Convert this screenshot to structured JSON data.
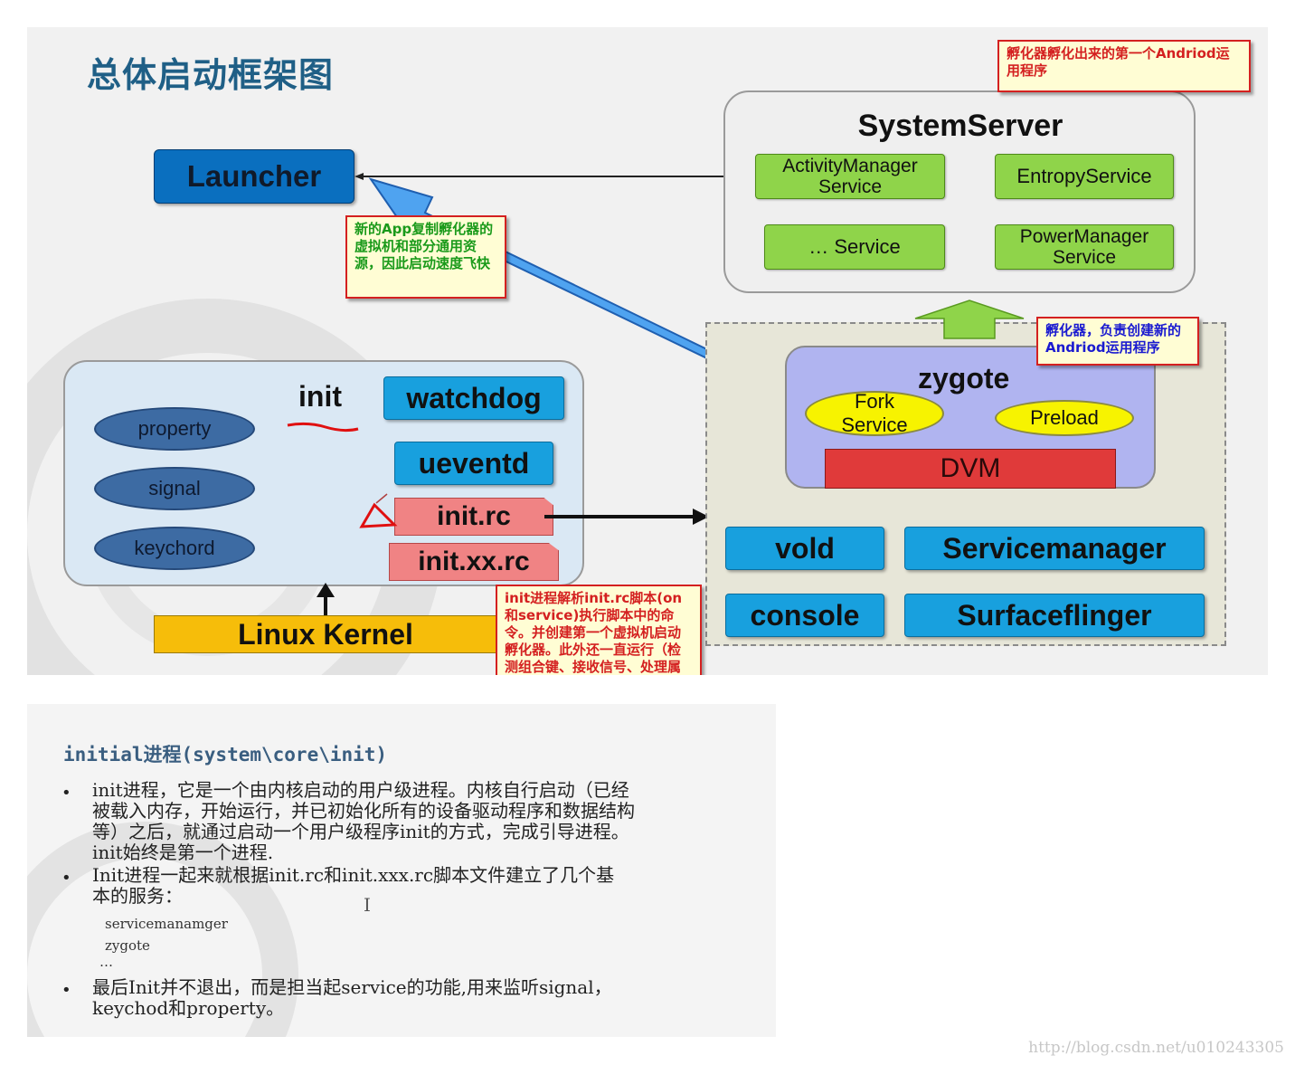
{
  "slide1": {
    "title": "总体启动框架图",
    "launcher": "Launcher",
    "system_server": {
      "title": "SystemServer",
      "services": [
        "ActivityManager\nService",
        "EntropyService",
        "… Service",
        "PowerManager\nService"
      ]
    },
    "init_panel": {
      "init_label": "init",
      "ovals": [
        "property",
        "signal",
        "keychord"
      ],
      "watchdog": "watchdog",
      "ueventd": "ueventd",
      "init_rc": "init.rc",
      "init_xx_rc": "init.xx.rc"
    },
    "kernel": "Linux Kernel",
    "zygote": {
      "title": "zygote",
      "fork_service": "Fork\nService",
      "preload": "Preload",
      "dvm": "DVM"
    },
    "services": [
      "vold",
      "Servicemanager",
      "console",
      "Surfaceflinger"
    ],
    "notes": {
      "top_right": "孵化器孵化出来的第一个Andriod运用程序",
      "copy": "新的App复制孵化器的虚拟机和部分通用资源，因此启动速度飞快",
      "incubator": "孵化器，负责创建新的Andriod运用程序",
      "init_desc": "init进程解析init.rc脚本(on和service)执行脚本中的命令。并创建第一个虚拟机启动孵化器。此外还一直运行（检测组合键、接收信号、处理属性修改请求)"
    },
    "colors": {
      "title": "#1f5f86",
      "launcher": "#0a6fbf",
      "service_blue": "#18a0de",
      "service_green": "#8fd44a",
      "init_rc": "#f08384",
      "kernel": "#f6bd0a",
      "dvm": "#e03a3a",
      "yellow_oval": "#f7f300",
      "zygote": "#b0b4f0",
      "note_border": "#d42020"
    }
  },
  "slide2": {
    "title": "initial进程(system\\core\\init)",
    "bullet_symbol": "•",
    "bullets": [
      [
        "init进程，它是一个由内核启动的用户级进程。内核自行启动（已经",
        "被载入内存，开始运行，并已初始化所有的设备驱动程序和数据结构",
        "等）之后，就通过启动一个用户级程序init的方式，完成引导进程。",
        "init始终是第一个进程."
      ],
      [
        "Init进程一起来就根据init.rc和init.xxx.rc脚本文件建立了几个基",
        "本的服务："
      ],
      [
        "最后Init并不退出，而是担当起service的功能,用来监听signal，",
        "keychod和property。"
      ]
    ],
    "sub_items": [
      "servicemanamger",
      "zygote",
      "…"
    ],
    "cursor": "I"
  },
  "watermark": "http://blog.csdn.net/u010243305"
}
